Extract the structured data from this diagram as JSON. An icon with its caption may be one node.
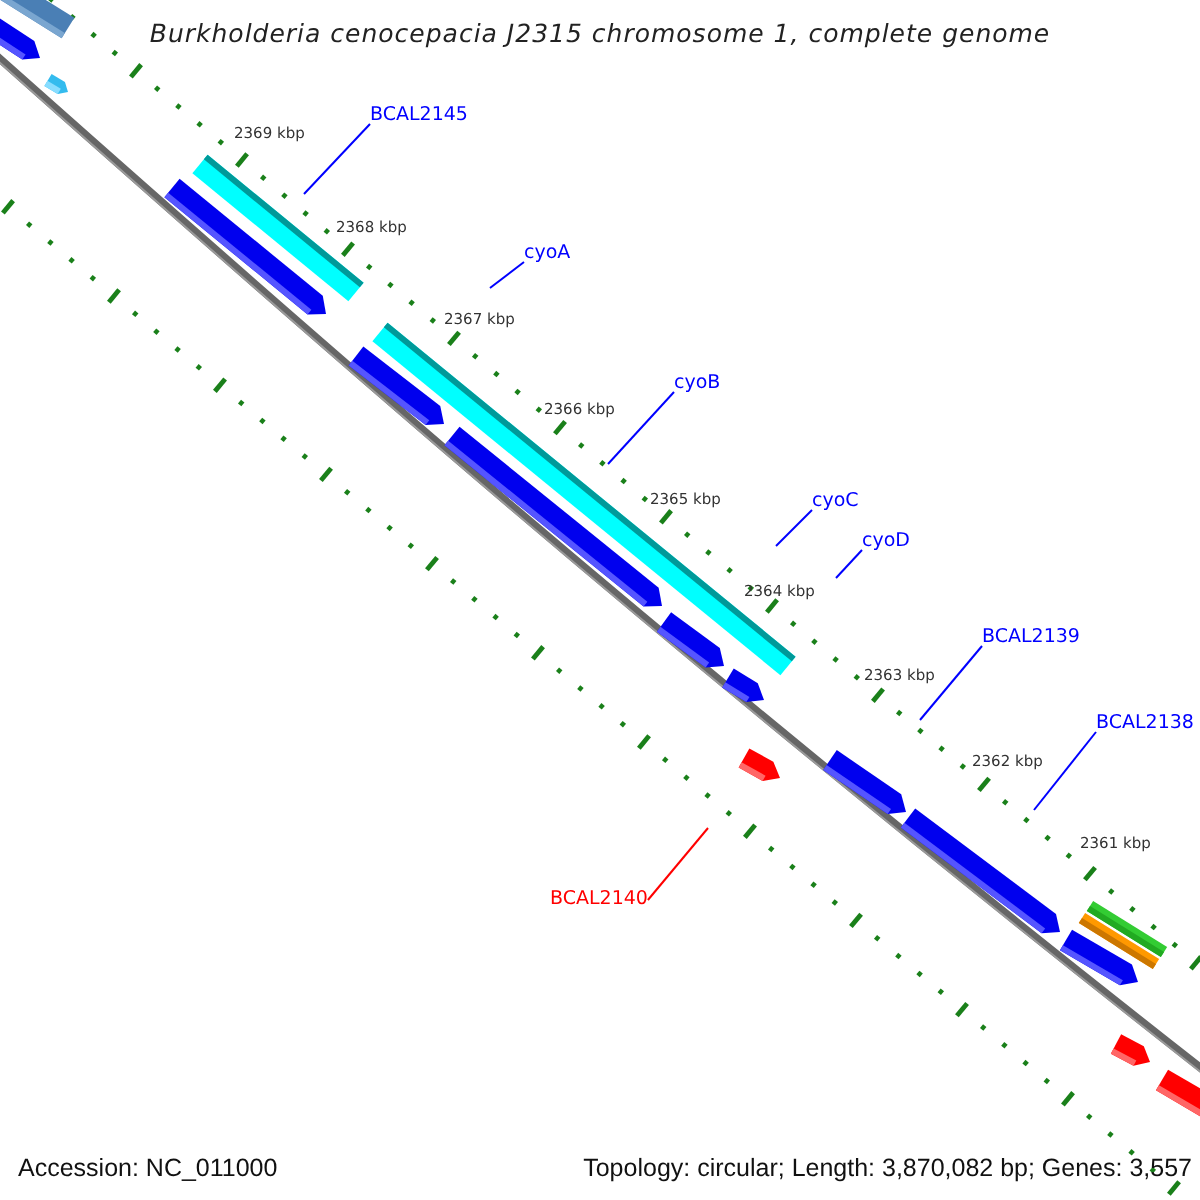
{
  "diagram": {
    "title": "Burkholderia cenocepacia J2315 chromosome 1, complete genome",
    "nodes": [
      {
        "text": [
          "BCAL2145"
        ]
      },
      {
        "text": [
          "cyoA"
        ]
      },
      {
        "text": [
          "cyoB"
        ]
      },
      {
        "text": [
          "cyoC"
        ]
      },
      {
        "text": [
          "cyoD"
        ]
      },
      {
        "text": [
          "BCAL2139"
        ]
      },
      {
        "text": [
          "BCAL2138"
        ]
      },
      {
        "text": [
          "BCAL2140"
        ]
      }
    ],
    "edges": [
      {
        "from": 0,
        "to": null,
        "arrow": "none"
      },
      {
        "from": 1,
        "to": null,
        "arrow": "none"
      },
      {
        "from": 2,
        "to": null,
        "arrow": "none"
      },
      {
        "from": 3,
        "to": null,
        "arrow": "none"
      },
      {
        "from": 4,
        "to": null,
        "arrow": "none"
      },
      {
        "from": 5,
        "to": null,
        "arrow": "none"
      },
      {
        "from": 6,
        "to": null,
        "arrow": "none"
      },
      {
        "from": 7,
        "to": null,
        "arrow": "none",
        "color": "#ff0000"
      }
    ],
    "labels": [
      "2369 kbp",
      "2368 kbp",
      "2367 kbp",
      "2366 kbp",
      "2365 kbp",
      "2364 kbp",
      "2363 kbp",
      "2362 kbp",
      "2361 kbp",
      "Accession: NC_011000",
      "Topology: circular; Length: 3,870,082 bp; Genes: 3,557"
    ]
  }
}
